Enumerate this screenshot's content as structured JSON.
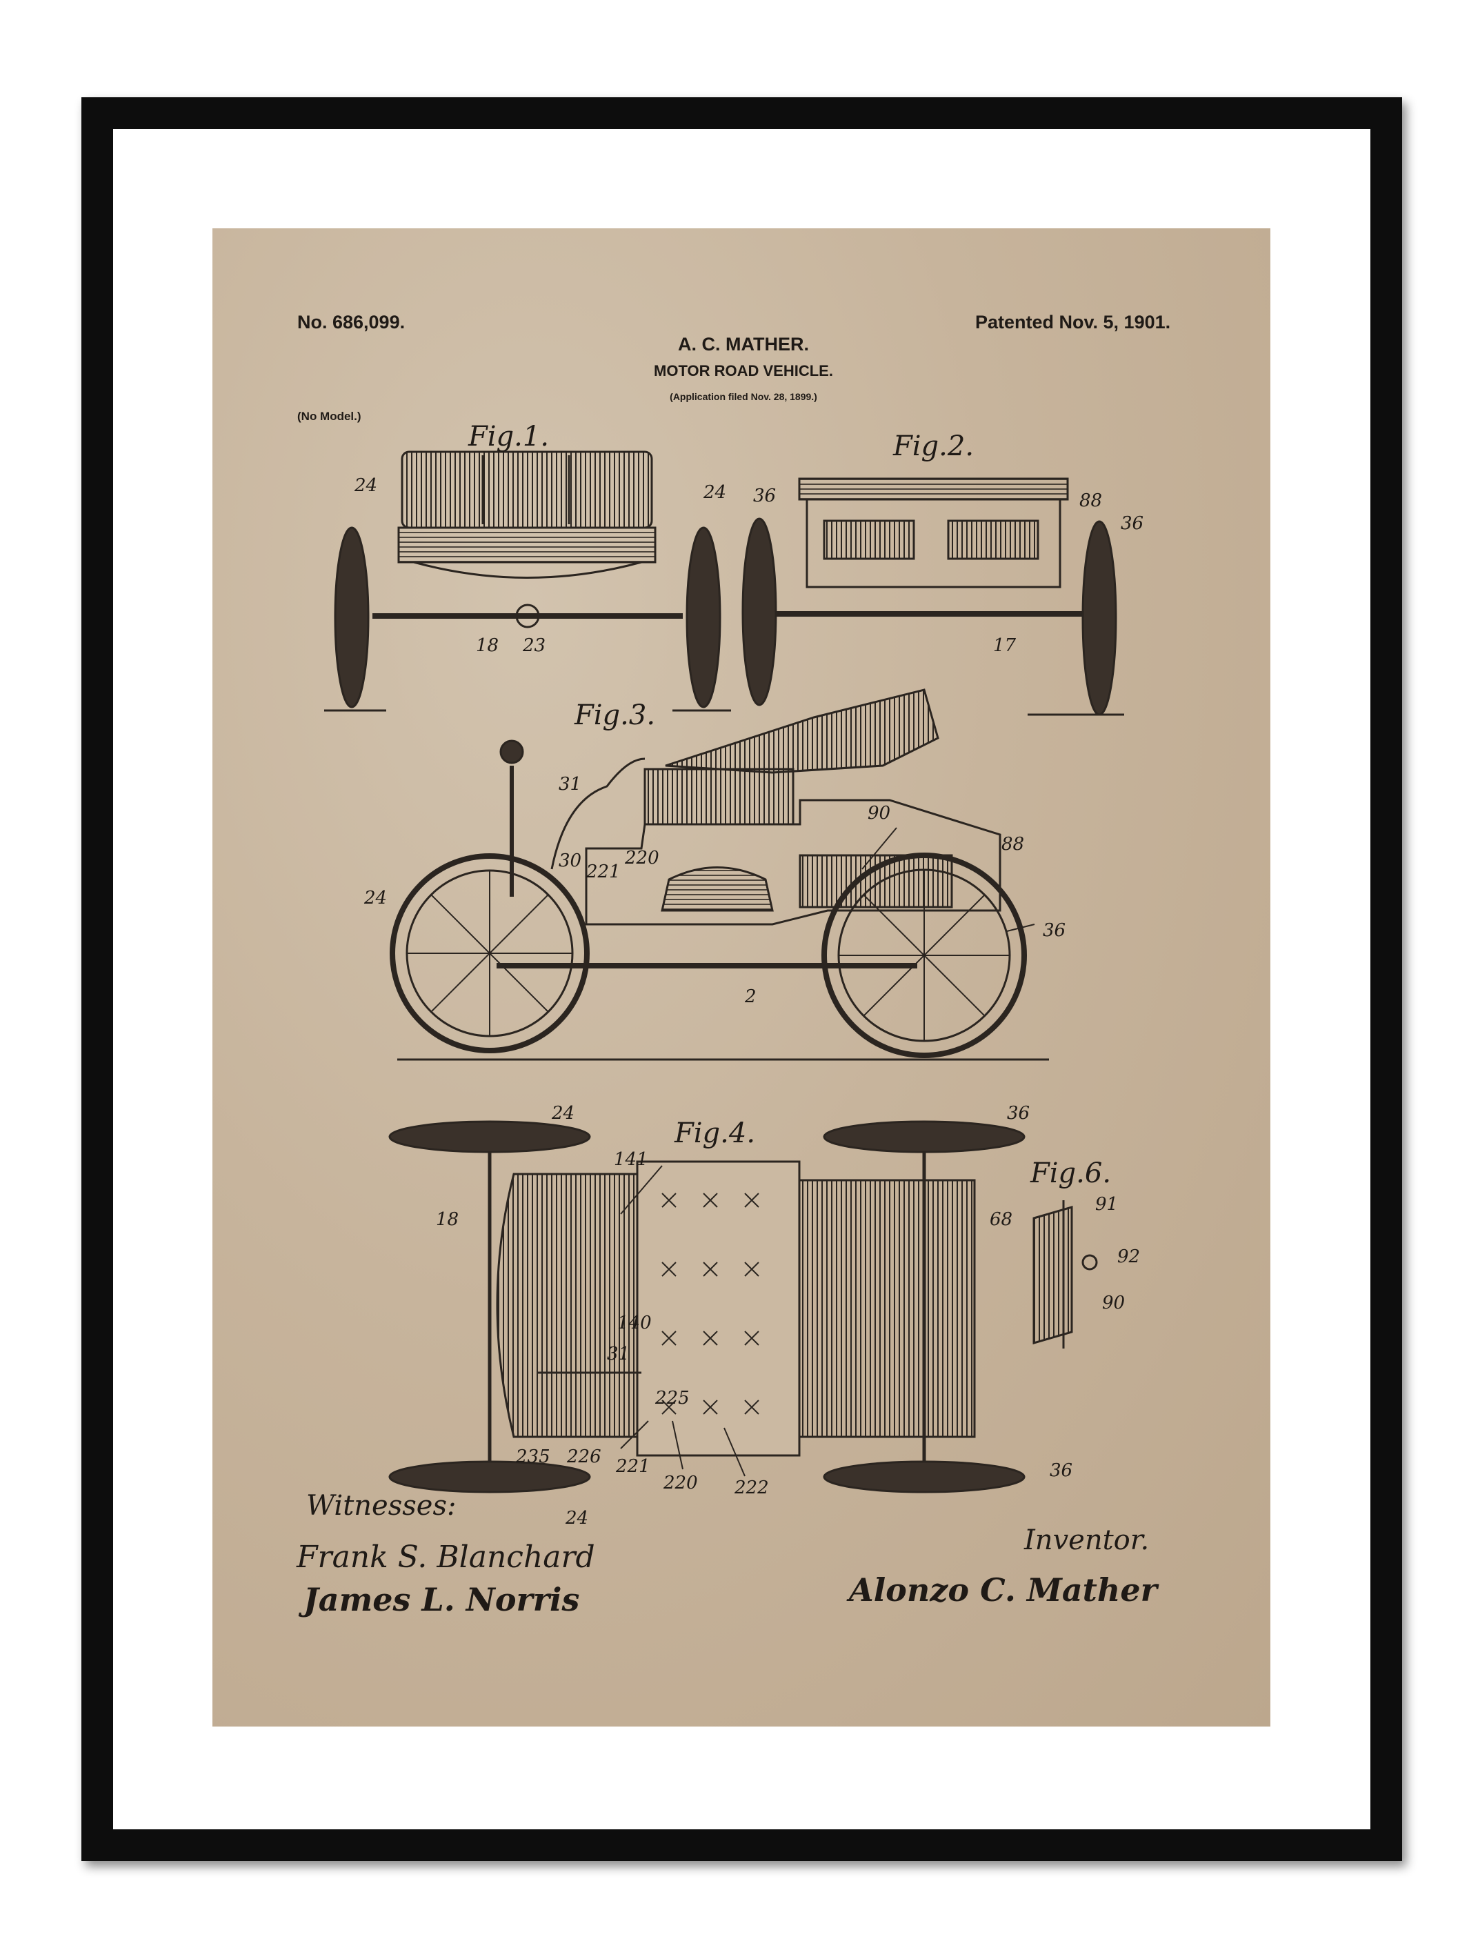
{
  "patent": {
    "number": "No. 686,099.",
    "date": "Patented Nov. 5, 1901.",
    "inventor_header": "A. C. MATHER.",
    "title": "MOTOR ROAD VEHICLE.",
    "application": "(Application filed Nov. 28, 1899.)",
    "model_note": "(No Model.)"
  },
  "figures": {
    "fig1": {
      "label": "Fig.1.",
      "refs": [
        "24",
        "24",
        "18",
        "23"
      ]
    },
    "fig2": {
      "label": "Fig.2.",
      "refs": [
        "36",
        "88",
        "36",
        "17"
      ]
    },
    "fig3": {
      "label": "Fig.3.",
      "refs": [
        "31",
        "30",
        "221",
        "220",
        "90",
        "88",
        "24",
        "36",
        "2"
      ]
    },
    "fig4": {
      "label": "Fig.4.",
      "refs": [
        "24",
        "36",
        "141",
        "18",
        "68",
        "140",
        "31",
        "225",
        "235",
        "226",
        "221",
        "220",
        "222",
        "36",
        "24"
      ]
    },
    "fig6": {
      "label": "Fig.6.",
      "refs": [
        "91",
        "92",
        "90"
      ]
    }
  },
  "signatures": {
    "witnesses_label": "Witnesses:",
    "witness_1": "Frank S. Blanchard",
    "witness_2": "James L. Norris",
    "inventor_label": "Inventor.",
    "inventor": "Alonzo C. Mather"
  },
  "colors": {
    "frame": "#0d0d0d",
    "mat": "#ffffff",
    "paper": "#c7b49c",
    "ink": "#1f1a16"
  }
}
